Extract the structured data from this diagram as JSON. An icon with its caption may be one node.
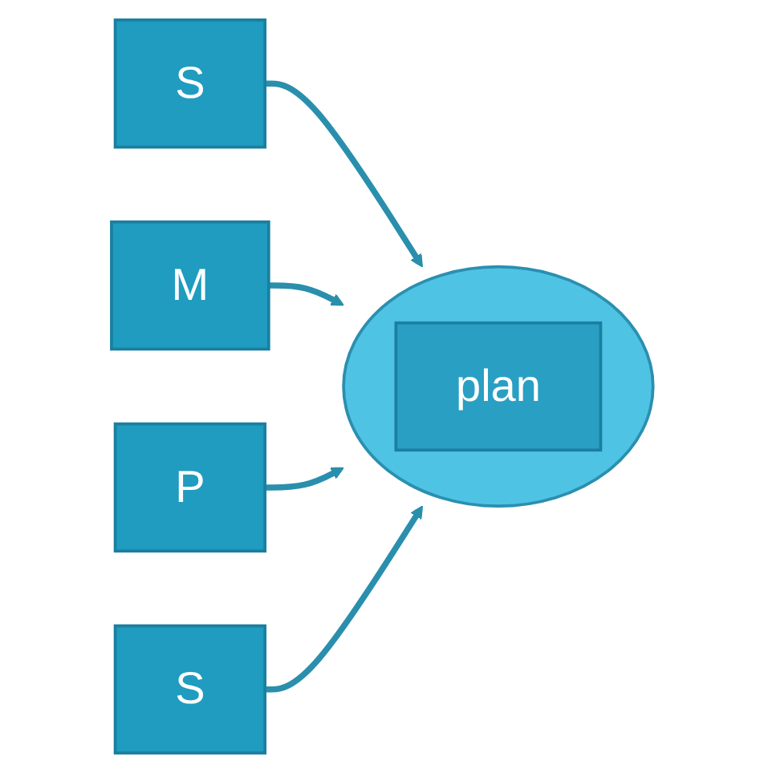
{
  "diagram": {
    "nodes": [
      {
        "text": [],
        "shape": "circle"
      },
      {
        "text": [
          "plan"
        ],
        "in": 0
      },
      {
        "text": [
          "S"
        ]
      },
      {
        "text": [
          "M"
        ]
      },
      {
        "text": [
          "P"
        ]
      },
      {
        "text": [
          "S"
        ]
      }
    ],
    "edges": [
      {
        "from": 2,
        "to": 0,
        "arrow": "to"
      },
      {
        "from": 3,
        "to": 0,
        "arrow": "to"
      },
      {
        "from": 4,
        "to": 0,
        "arrow": "to"
      },
      {
        "from": 5,
        "to": 0,
        "arrow": "to"
      }
    ]
  }
}
